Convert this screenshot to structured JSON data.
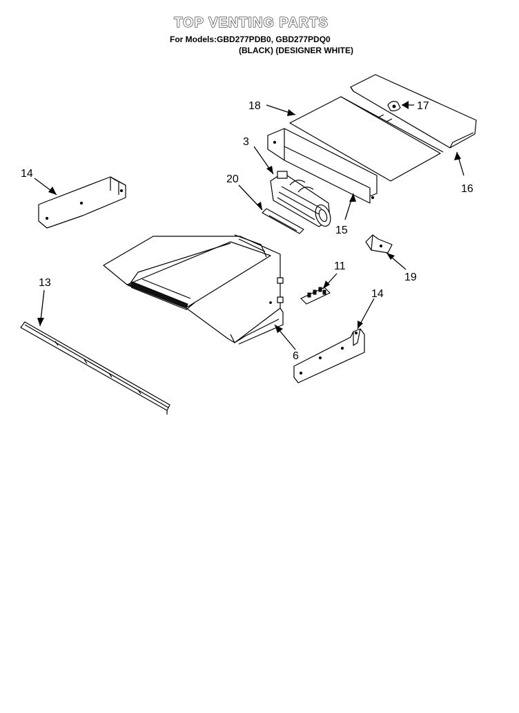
{
  "header": {
    "title": "TOP VENTING PARTS",
    "models_line": "For Models:GBD277PDB0, GBD277PDQ0",
    "colors_line": "(BLACK)  (DESIGNER WHITE)"
  },
  "callouts": {
    "c3": "3",
    "c6": "6",
    "c11": "11",
    "c13": "13",
    "c14a": "14",
    "c14b": "14",
    "c15": "15",
    "c16": "16",
    "c17": "17",
    "c18": "18",
    "c19": "19",
    "c20": "20"
  }
}
